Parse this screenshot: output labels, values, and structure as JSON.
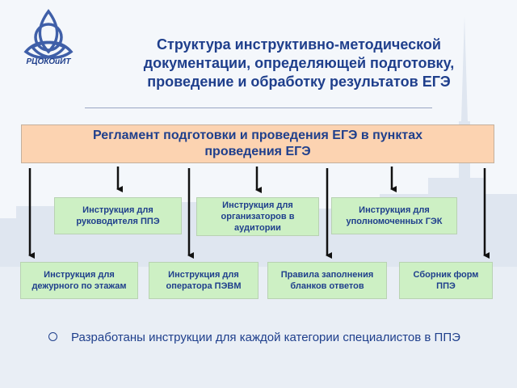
{
  "logo": {
    "text": "РЦОКОиИТ"
  },
  "title": {
    "line1": "Структура инструктивно-методической",
    "line2": "документации, определяющей подготовку,",
    "line3": "проведение и обработку результатов ЕГЭ"
  },
  "banner": {
    "line1": "Регламент подготовки и проведения ЕГЭ в пунктах",
    "line2": "проведения ЕГЭ"
  },
  "upper_boxes": [
    {
      "line1": "Инструкция для",
      "line2": "руководителя ППЭ",
      "line3": ""
    },
    {
      "line1": "Инструкция для",
      "line2": "организаторов в",
      "line3": "аудитории"
    },
    {
      "line1": "Инструкция для",
      "line2": "уполномоченных ГЭК",
      "line3": ""
    }
  ],
  "lower_boxes": [
    {
      "line1": "Инструкция для",
      "line2": "дежурного по этажам"
    },
    {
      "line1": "Инструкция для",
      "line2": "оператора ПЭВМ"
    },
    {
      "line1": "Правила заполнения",
      "line2": "бланков ответов"
    },
    {
      "line1": "Сборник форм",
      "line2": "ППЭ"
    }
  ],
  "note": {
    "text": "Разработаны инструкции для каждой категории специалистов в ППЭ"
  },
  "colors": {
    "title": "#1f3f8c",
    "banner_fill": "#fcd3b1",
    "box_fill": "#cdf0c4",
    "arrow": "#111111"
  }
}
